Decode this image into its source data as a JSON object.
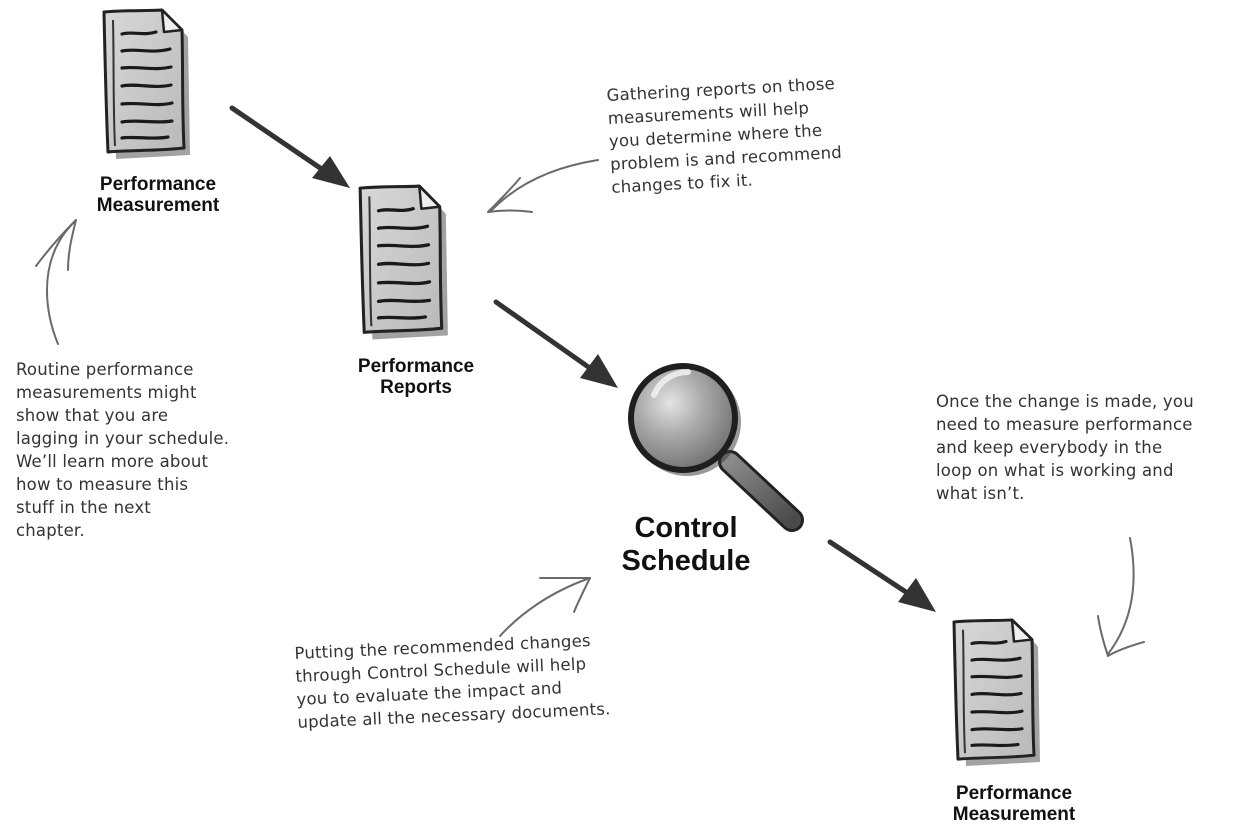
{
  "nodes": {
    "measurement_top": {
      "line1": "Performance",
      "line2": "Measurement"
    },
    "reports": {
      "line1": "Performance",
      "line2": "Reports"
    },
    "control": {
      "line1": "Control",
      "line2": "Schedule"
    },
    "measurement_bottom": {
      "line1": "Performance",
      "line2": "Measurement"
    }
  },
  "notes": {
    "reports_note": [
      "Gathering reports on those",
      "measurements will help",
      "you determine where the",
      "problem is and recommend",
      "changes to fix it."
    ],
    "routine_note": [
      "Routine performance",
      "measurements might",
      "show that you are",
      "lagging in your schedule.",
      "We’ll learn more about",
      "how to measure this",
      "stuff in the next",
      "chapter."
    ],
    "control_note": [
      "Putting the recommended changes",
      "through Control Schedule will help",
      "you to evaluate the impact and",
      "update all the necessary documents."
    ],
    "change_note": [
      "Once the change is made, you",
      "need to measure performance",
      "and keep everybody in the",
      "loop on what is working and",
      "what isn’t."
    ]
  },
  "icons": {
    "document": "document-icon",
    "magnifier": "magnifying-glass-icon"
  },
  "colors": {
    "flow_arrow": "#333333",
    "annotation": "#555555",
    "document_fill": "#c9c9c9",
    "magnifier_lens": "#9a9a9a"
  }
}
